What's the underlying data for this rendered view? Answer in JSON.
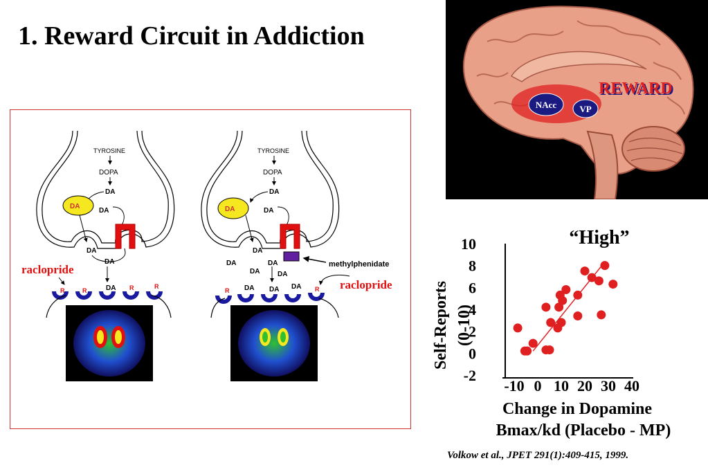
{
  "title": "1. Reward Circuit in Addiction",
  "brain": {
    "reward_label": "REWARD",
    "nacc_label": "NAcc",
    "vp_label": "VP"
  },
  "diagram": {
    "tyrosine": "TYROSINE",
    "dopa": "DOPA",
    "da": "DA",
    "receptor": "R",
    "raclopride": "raclopride",
    "methylphenidate": "methylphenidate"
  },
  "chart_data": {
    "type": "scatter",
    "title": "“High”",
    "ylabel_line1": "Self-Reports",
    "ylabel_line2": "(0-10)",
    "xlabel_line1": "Change in Dopamine",
    "xlabel_line2": "Bmax/kd (Placebo - MP)",
    "xlim": [
      -10,
      40
    ],
    "ylim": [
      -2,
      10
    ],
    "xticks": [
      -10,
      0,
      10,
      20,
      30,
      40
    ],
    "yticks": [
      -2,
      0,
      2,
      4,
      6,
      8,
      10
    ],
    "point_color": "#e02020",
    "points": [
      [
        -8.5,
        2.3
      ],
      [
        -5.5,
        0.2
      ],
      [
        -4.5,
        0.2
      ],
      [
        -2,
        0.9
      ],
      [
        3.5,
        4.2
      ],
      [
        3.5,
        0.3
      ],
      [
        5,
        0.3
      ],
      [
        5.5,
        2.8
      ],
      [
        8.5,
        2.3
      ],
      [
        9,
        4.2
      ],
      [
        9.5,
        5.3
      ],
      [
        10,
        2.8
      ],
      [
        10.5,
        4.8
      ],
      [
        12,
        5.8
      ],
      [
        17,
        3.4
      ],
      [
        17,
        5.3
      ],
      [
        20,
        7.5
      ],
      [
        23,
        6.9
      ],
      [
        26,
        6.6
      ],
      [
        27,
        3.5
      ],
      [
        28.5,
        8
      ],
      [
        32,
        6.3
      ]
    ],
    "trend": [
      [
        -2,
        0.2
      ],
      [
        28,
        8.2
      ]
    ]
  },
  "citation": "Volkow et al., JPET 291(1):409-415, 1999."
}
